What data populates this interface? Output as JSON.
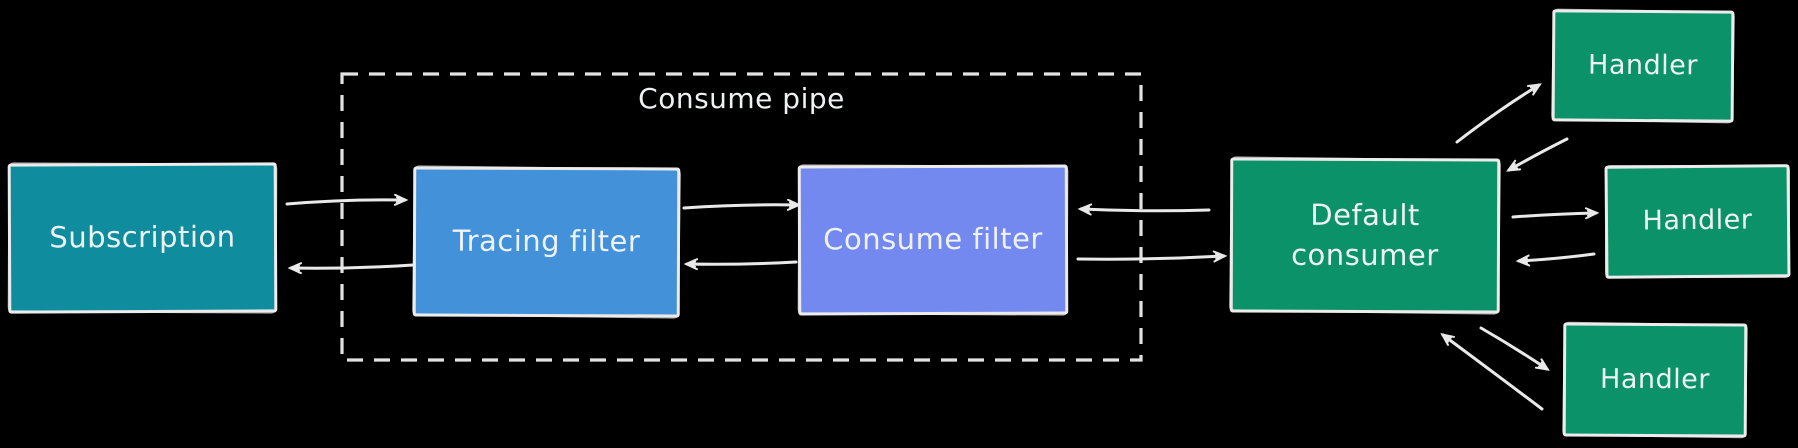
{
  "diagram": {
    "title": "",
    "container_label": "Consume pipe",
    "colors": {
      "background": "#000000",
      "stroke": "#e9e9e9",
      "text": "#eef2f3",
      "teal": "#0f8d9f",
      "blue": "#4291d9",
      "periwinkle": "#7389ef",
      "green": "#0b9268"
    },
    "nodes": {
      "subscription": {
        "label": "Subscription",
        "fill": "#0f8d9f"
      },
      "tracing_filter": {
        "label": "Tracing filter",
        "fill": "#4291d9"
      },
      "consume_filter": {
        "label": "Consume filter",
        "fill": "#7389ef"
      },
      "default_consumer": {
        "label": "Default consumer",
        "fill": "#0b9268"
      },
      "handler_top": {
        "label": "Handler",
        "fill": "#0b9268"
      },
      "handler_middle": {
        "label": "Handler",
        "fill": "#0b9268"
      },
      "handler_bottom": {
        "label": "Handler",
        "fill": "#0b9268"
      }
    },
    "edges": [
      {
        "from": "subscription",
        "to": "tracing_filter"
      },
      {
        "from": "tracing_filter",
        "to": "subscription"
      },
      {
        "from": "tracing_filter",
        "to": "consume_filter"
      },
      {
        "from": "consume_filter",
        "to": "tracing_filter"
      },
      {
        "from": "default_consumer",
        "to": "consume_filter"
      },
      {
        "from": "consume_filter",
        "to": "default_consumer"
      },
      {
        "from": "default_consumer",
        "to": "handler_top"
      },
      {
        "from": "handler_top",
        "to": "default_consumer"
      },
      {
        "from": "default_consumer",
        "to": "handler_middle"
      },
      {
        "from": "handler_middle",
        "to": "default_consumer"
      },
      {
        "from": "default_consumer",
        "to": "handler_bottom"
      },
      {
        "from": "handler_bottom",
        "to": "default_consumer"
      }
    ]
  }
}
